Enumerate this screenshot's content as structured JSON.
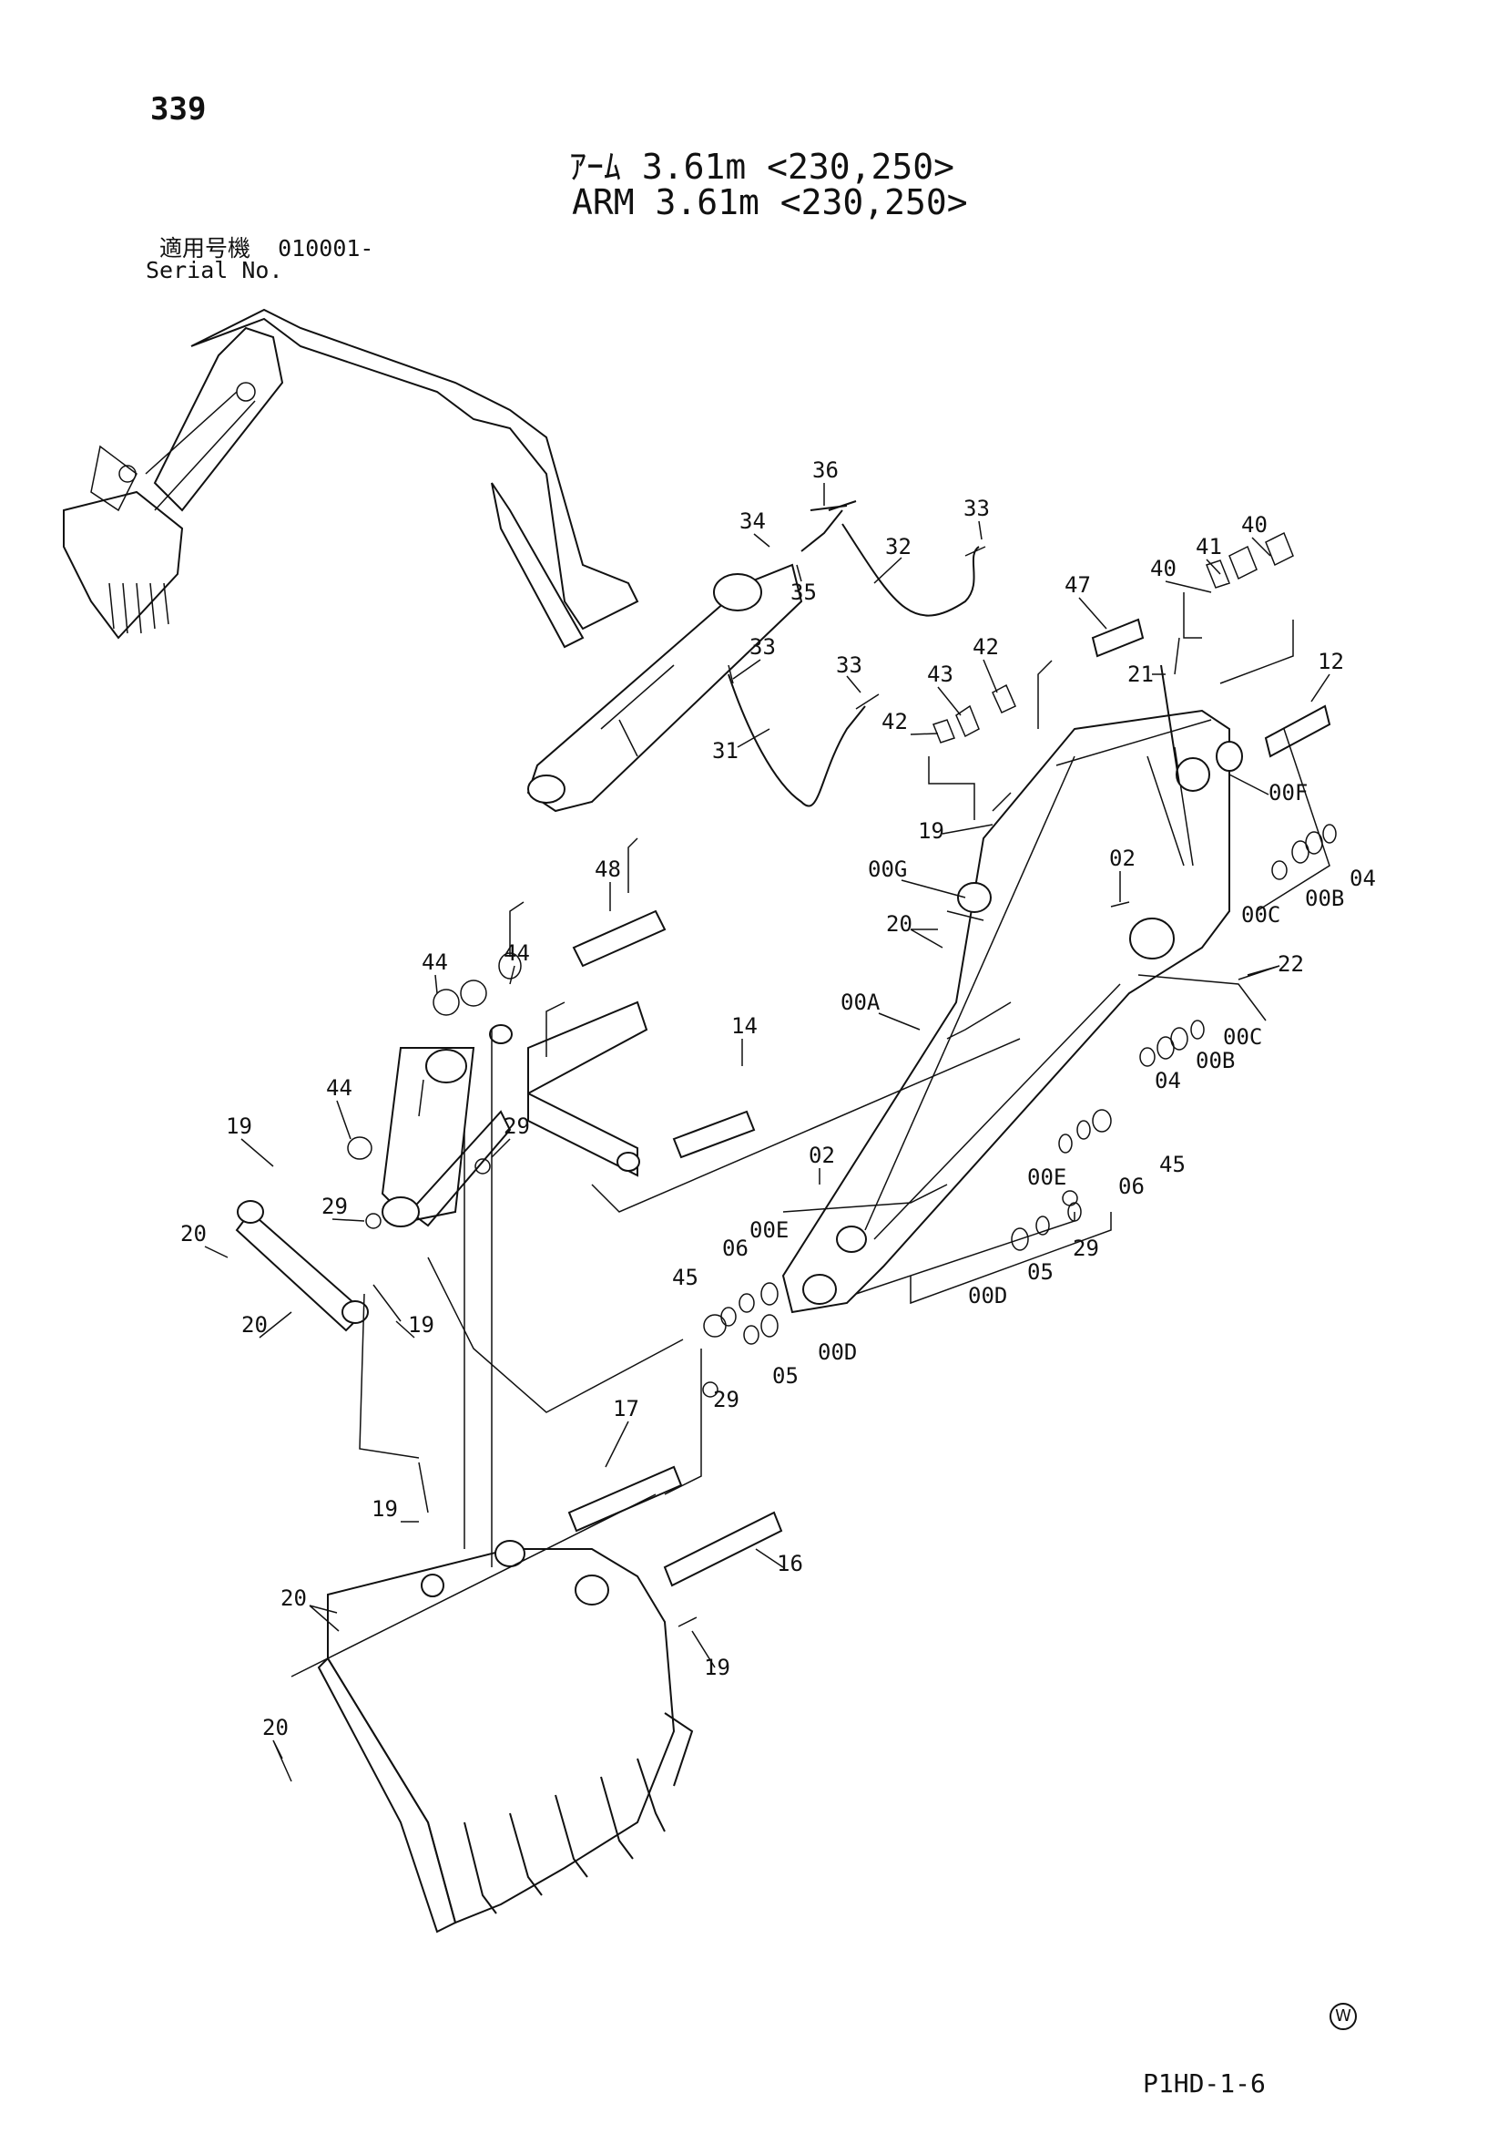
{
  "page_number": "339",
  "title_jp": "ｱｰﾑ 3.61m <230,250>",
  "title_en": "ARM 3.61m <230,250>",
  "serial_label_jp": "適用号機",
  "serial_value": "010001-",
  "serial_label_en": "Serial No.",
  "doc_code": "P1HD-1-6",
  "watermark_symbol": "W",
  "part_labels": {
    "p36": "36",
    "p34": "34",
    "p33a": "33",
    "p32": "32",
    "p35": "35",
    "p40a": "40",
    "p41": "41",
    "p40b": "40",
    "p47": "47",
    "p33b": "33",
    "p33c": "33",
    "p42a": "42",
    "p43": "43",
    "p42b": "42",
    "p21": "21",
    "p12": "12",
    "p31": "31",
    "p00f": "00F",
    "p19a": "19",
    "p02a": "02",
    "p04a": "04",
    "p00g": "00G",
    "p00c1": "00C",
    "p00b1": "00B",
    "p20a": "20",
    "p22": "22",
    "p48": "48",
    "p44a": "44",
    "p44b": "44",
    "p00a": "00A",
    "p14": "14",
    "p00c2": "00C",
    "p44c": "44",
    "p04b": "04",
    "p00b2": "00B",
    "p19b": "19",
    "p29a": "29",
    "p45a": "45",
    "p02b": "02",
    "p00e1": "00E",
    "p06a": "06",
    "p29b": "29",
    "p20b": "20",
    "p00e2": "00E",
    "p06b": "06",
    "p29c": "29",
    "p45b": "45",
    "p05a": "05",
    "p00d1": "00D",
    "p20c": "20",
    "p19c": "19",
    "p05b": "05",
    "p00d2": "00D",
    "p29d": "29",
    "p17": "17",
    "p19d": "19",
    "p16": "16",
    "p20d": "20",
    "p19e": "19",
    "p20e": "20"
  }
}
